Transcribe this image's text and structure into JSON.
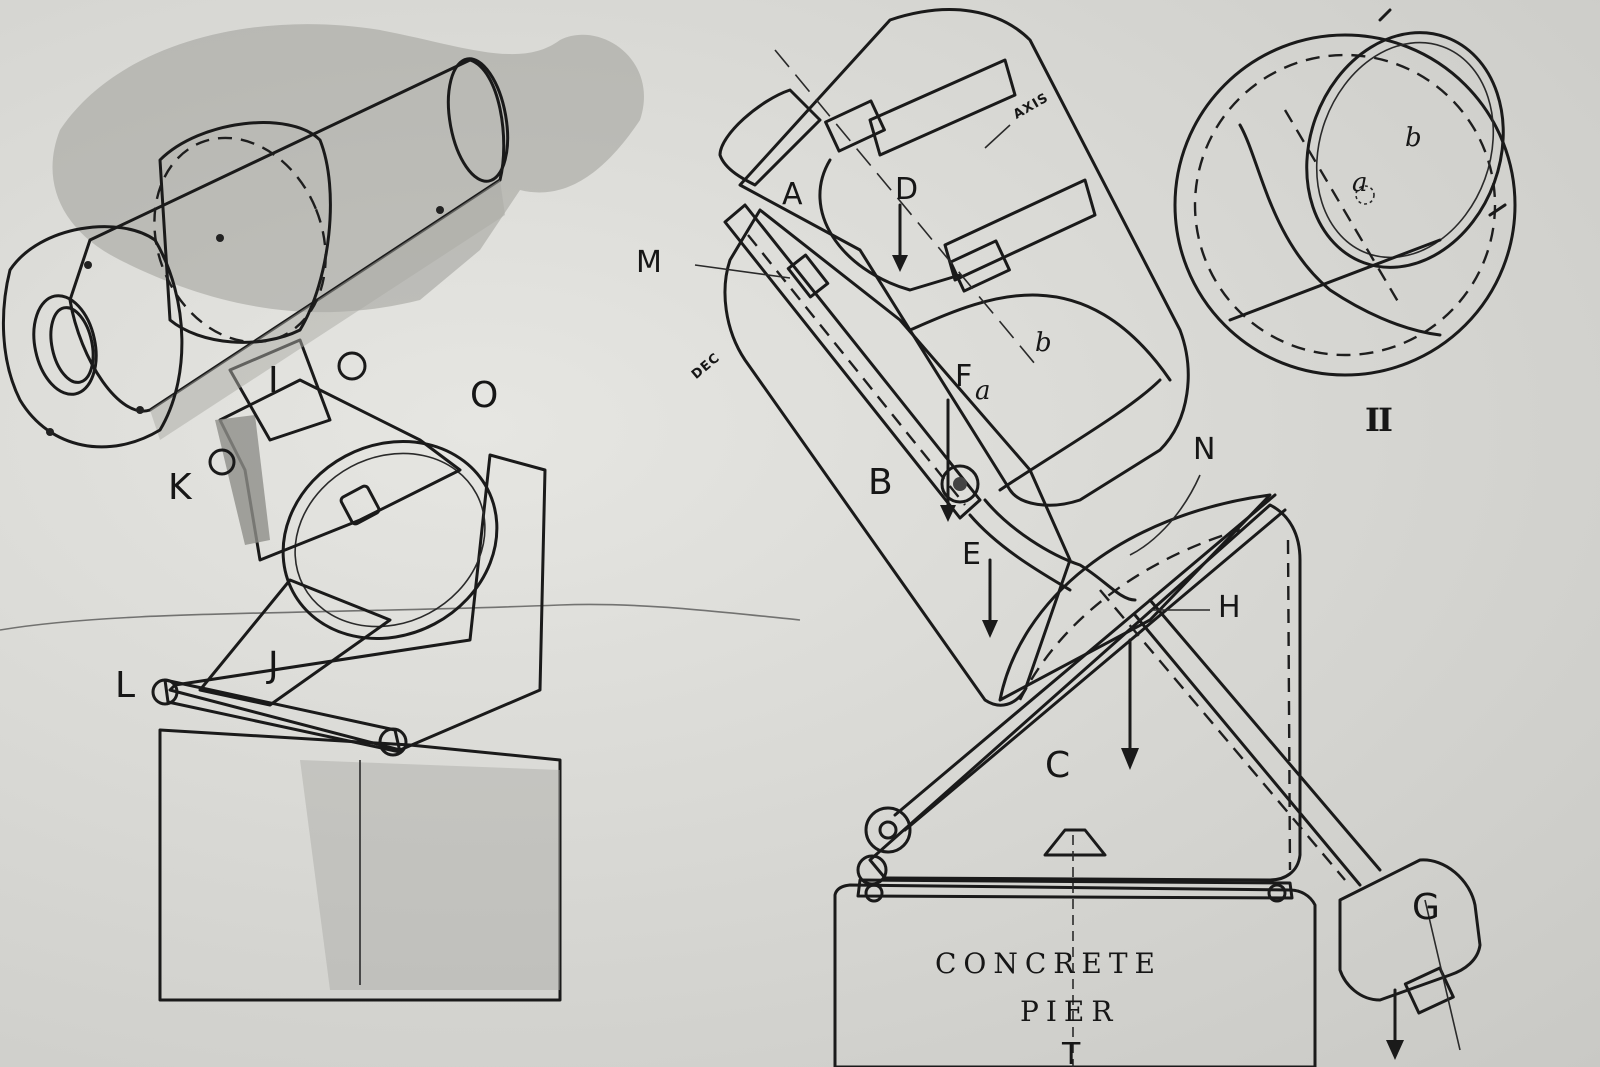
{
  "labels": {
    "left": {
      "I": "I",
      "O": "O",
      "K": "K",
      "L": "L",
      "J": "J"
    },
    "right": {
      "A": "A",
      "D": "D",
      "M": "M",
      "DEC": "DEC",
      "AXIS": "AXIS",
      "b": "b",
      "F": "F",
      "a": "a",
      "B": "B",
      "E": "E",
      "N": "N",
      "H": "H",
      "C": "C",
      "G": "G",
      "T": "T"
    },
    "inset": {
      "b": "b",
      "a": "a",
      "numeral": "II"
    },
    "pier": {
      "line1": "CONCRETE",
      "line2": "PIER"
    }
  }
}
